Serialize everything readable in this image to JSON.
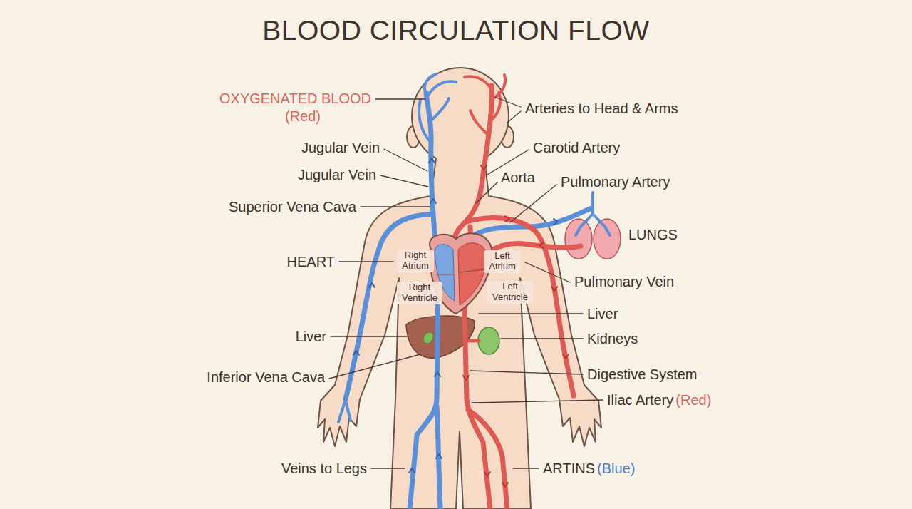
{
  "diagram": {
    "title": "BLOOD CIRCULATION FLOW",
    "labels": [
      "OXYGENATED BLOOD",
      "(Red)",
      "Arteries to Head & Arms",
      "Jugular Vein",
      "Carotid Artery",
      "Jugular Vein",
      "Aorta",
      "Pulmonary Artery",
      "Superior Vena Cava",
      "LUNGS",
      "HEART",
      "Right Atrium",
      "Left Atrium",
      "Right Ventricle",
      "Left Ventricle",
      "Pulmonary Vein",
      "Liver",
      "Liver",
      "Kidneys",
      "Inferior Vena Cava",
      "Digestive System",
      "Iliac Artery",
      "(Red)",
      "Veins to Legs",
      "ARTINS",
      "(Blue)"
    ]
  }
}
